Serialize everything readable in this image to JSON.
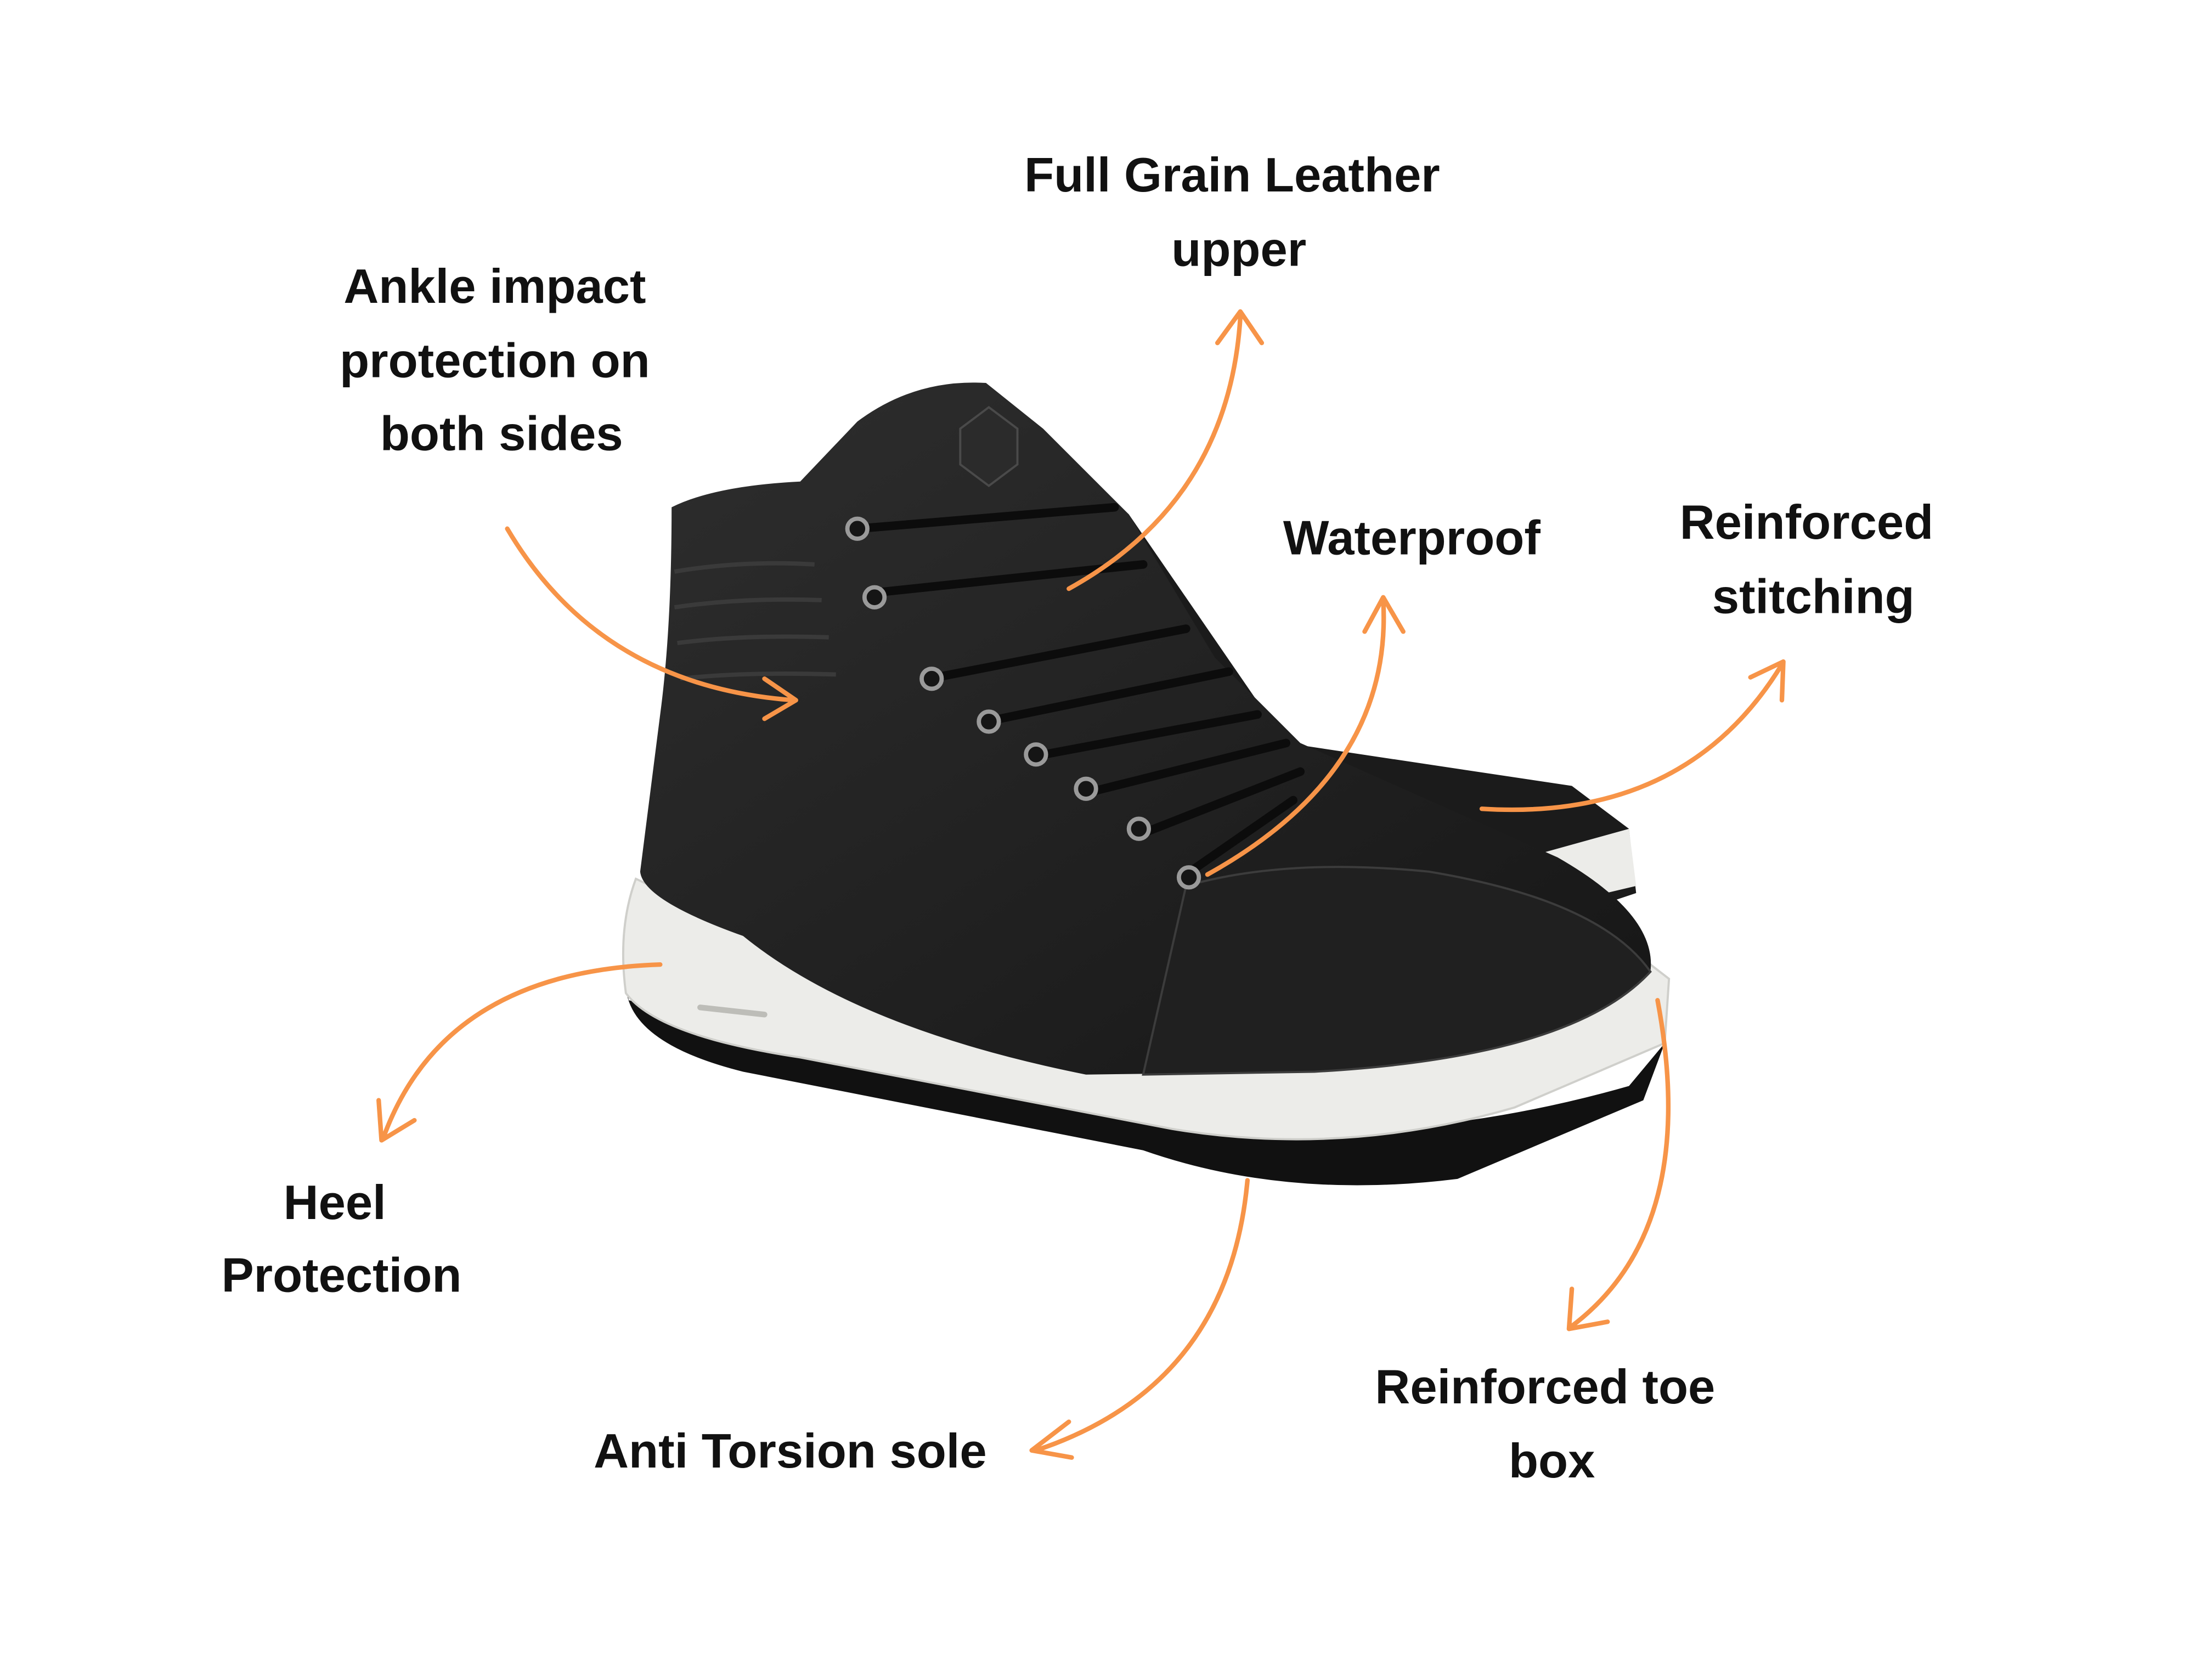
{
  "colors": {
    "accent": "#F79448",
    "text": "#111111",
    "leather": "#232323",
    "sole": "#EDEDEA",
    "outsole": "#111111"
  },
  "labels": {
    "leather": [
      "Full Grain Leather",
      "upper"
    ],
    "ankle": [
      "Ankle impact",
      "protection on",
      "both sides"
    ],
    "waterproof": [
      "Waterproof"
    ],
    "stitching": [
      "Reinforced",
      "stitching"
    ],
    "heel": [
      "Heel",
      "Protection"
    ],
    "sole": [
      "Anti Torsion sole"
    ],
    "toe": [
      "Reinforced toe",
      "box"
    ]
  }
}
